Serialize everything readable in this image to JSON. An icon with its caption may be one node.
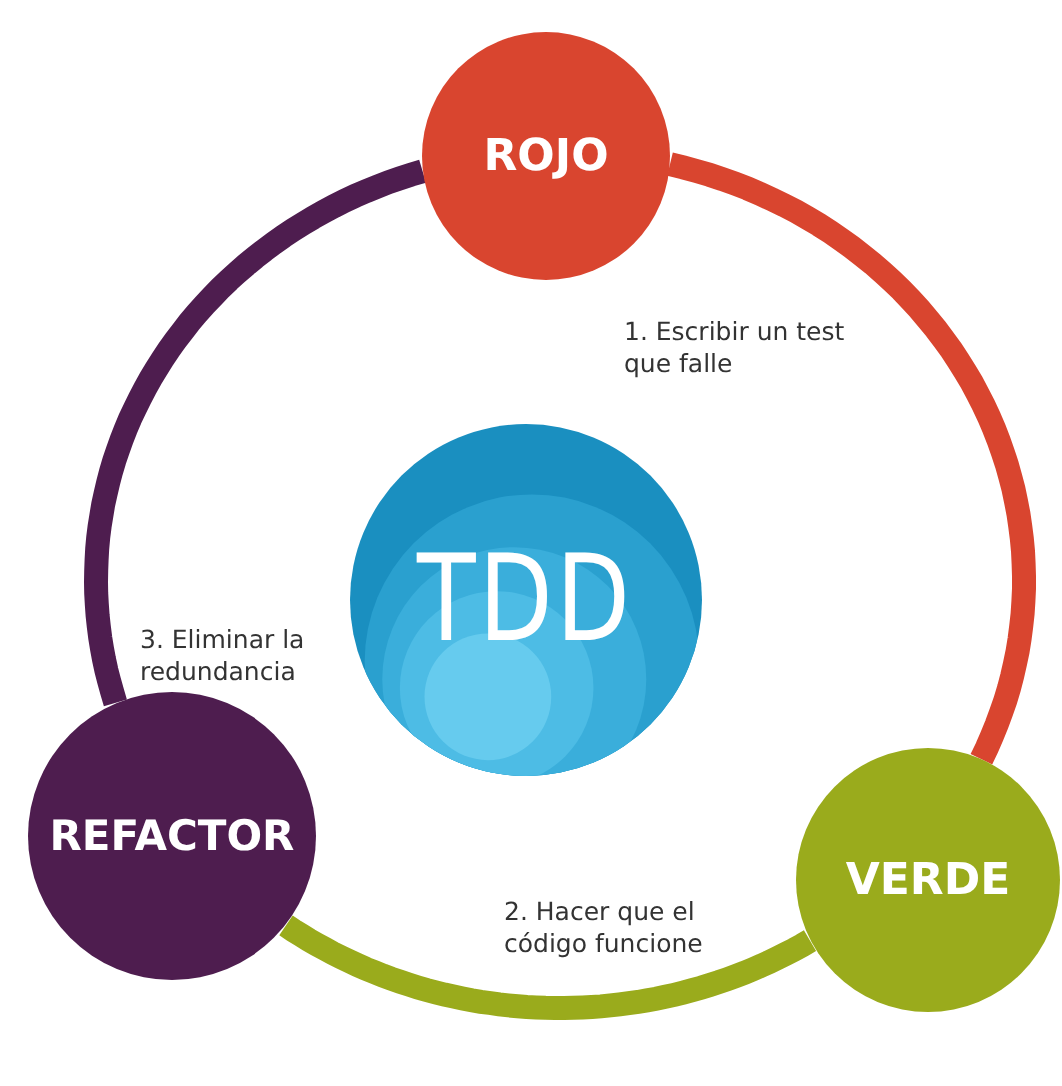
{
  "diagram": {
    "nodes": [
      {
        "text": [
          "ROJO"
        ]
      },
      {
        "text": [
          "TDD"
        ]
      },
      {
        "text": [
          "REFACTOR"
        ]
      },
      {
        "text": [
          "VERDE"
        ]
      }
    ],
    "edges": [
      {
        "from": 0,
        "to": 3,
        "arrow": "none",
        "label": "1. Escribir un test que falle",
        "color": "#d9452f"
      },
      {
        "from": 3,
        "to": 2,
        "arrow": "none",
        "label": "2. Hacer que el código funcione",
        "color": "#9aab1c"
      },
      {
        "from": 2,
        "to": 0,
        "arrow": "none",
        "label": "3. Eliminar la redundancia",
        "color": "#4e1d4f"
      }
    ]
  }
}
